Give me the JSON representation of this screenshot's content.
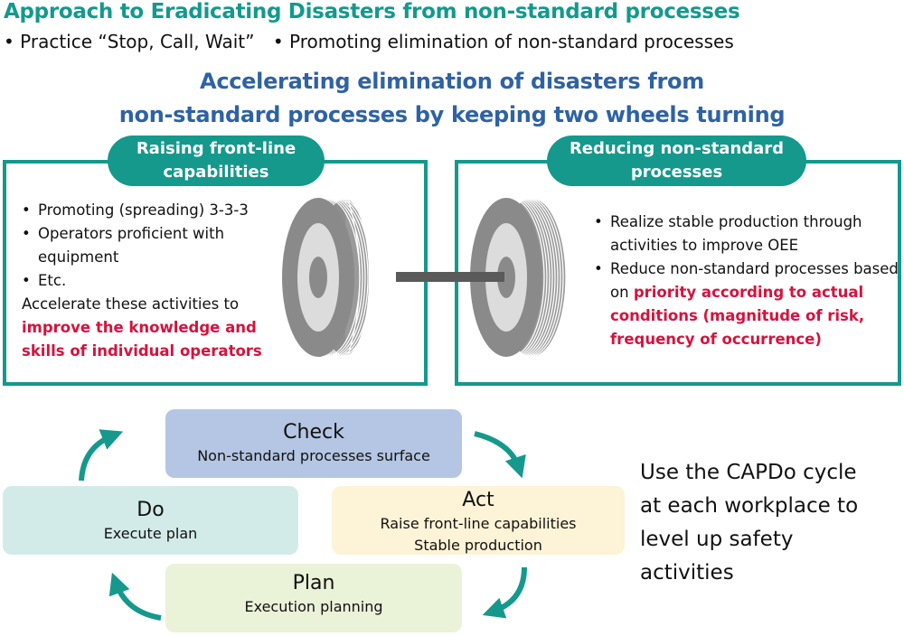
{
  "header": {
    "title": "Approach to Eradicating Disasters from non-standard processes",
    "bullets": [
      "• Practice “Stop, Call, Wait”",
      "• Promoting elimination of non-standard processes"
    ]
  },
  "headline": {
    "line1": "Accelerating elimination of disasters from",
    "line2": "non-standard processes by keeping two wheels turning"
  },
  "left_panel": {
    "pill_line1": "Raising front-line",
    "pill_line2": "capabilities",
    "items": [
      "Promoting (spreading) 3-3-3",
      "Operators proficient with equipment",
      "Etc."
    ],
    "summary": "Accelerate these activities to",
    "highlight": "improve the knowledge and skills of individual operators"
  },
  "right_panel": {
    "pill_line1": "Reducing non-standard",
    "pill_line2": "processes",
    "item1": "Realize stable production through activities to improve OEE",
    "item2_prefix": "Reduce non-standard processes based on",
    "item2_highlight": "priority according to actual conditions (magnitude of risk, frequency of occurrence)"
  },
  "cycle": {
    "check": {
      "title": "Check",
      "sub": "Non-standard processes surface",
      "color": "#b4c6e3"
    },
    "act": {
      "title": "Act",
      "sub1": "Raise front-line capabilities",
      "sub2": "Stable production",
      "color": "#fdf3d6"
    },
    "plan": {
      "title": "Plan",
      "sub": "Execution planning",
      "color": "#eaf2d8"
    },
    "do": {
      "title": "Do",
      "sub": "Execute plan",
      "color": "#d3ebe8"
    }
  },
  "capdo_note": [
    "Use the CAPDo cycle",
    "at each workplace to",
    "level up safety",
    "activities"
  ],
  "colors": {
    "teal": "#14998c",
    "blue": "#2e62a4",
    "red": "#d6123d"
  }
}
